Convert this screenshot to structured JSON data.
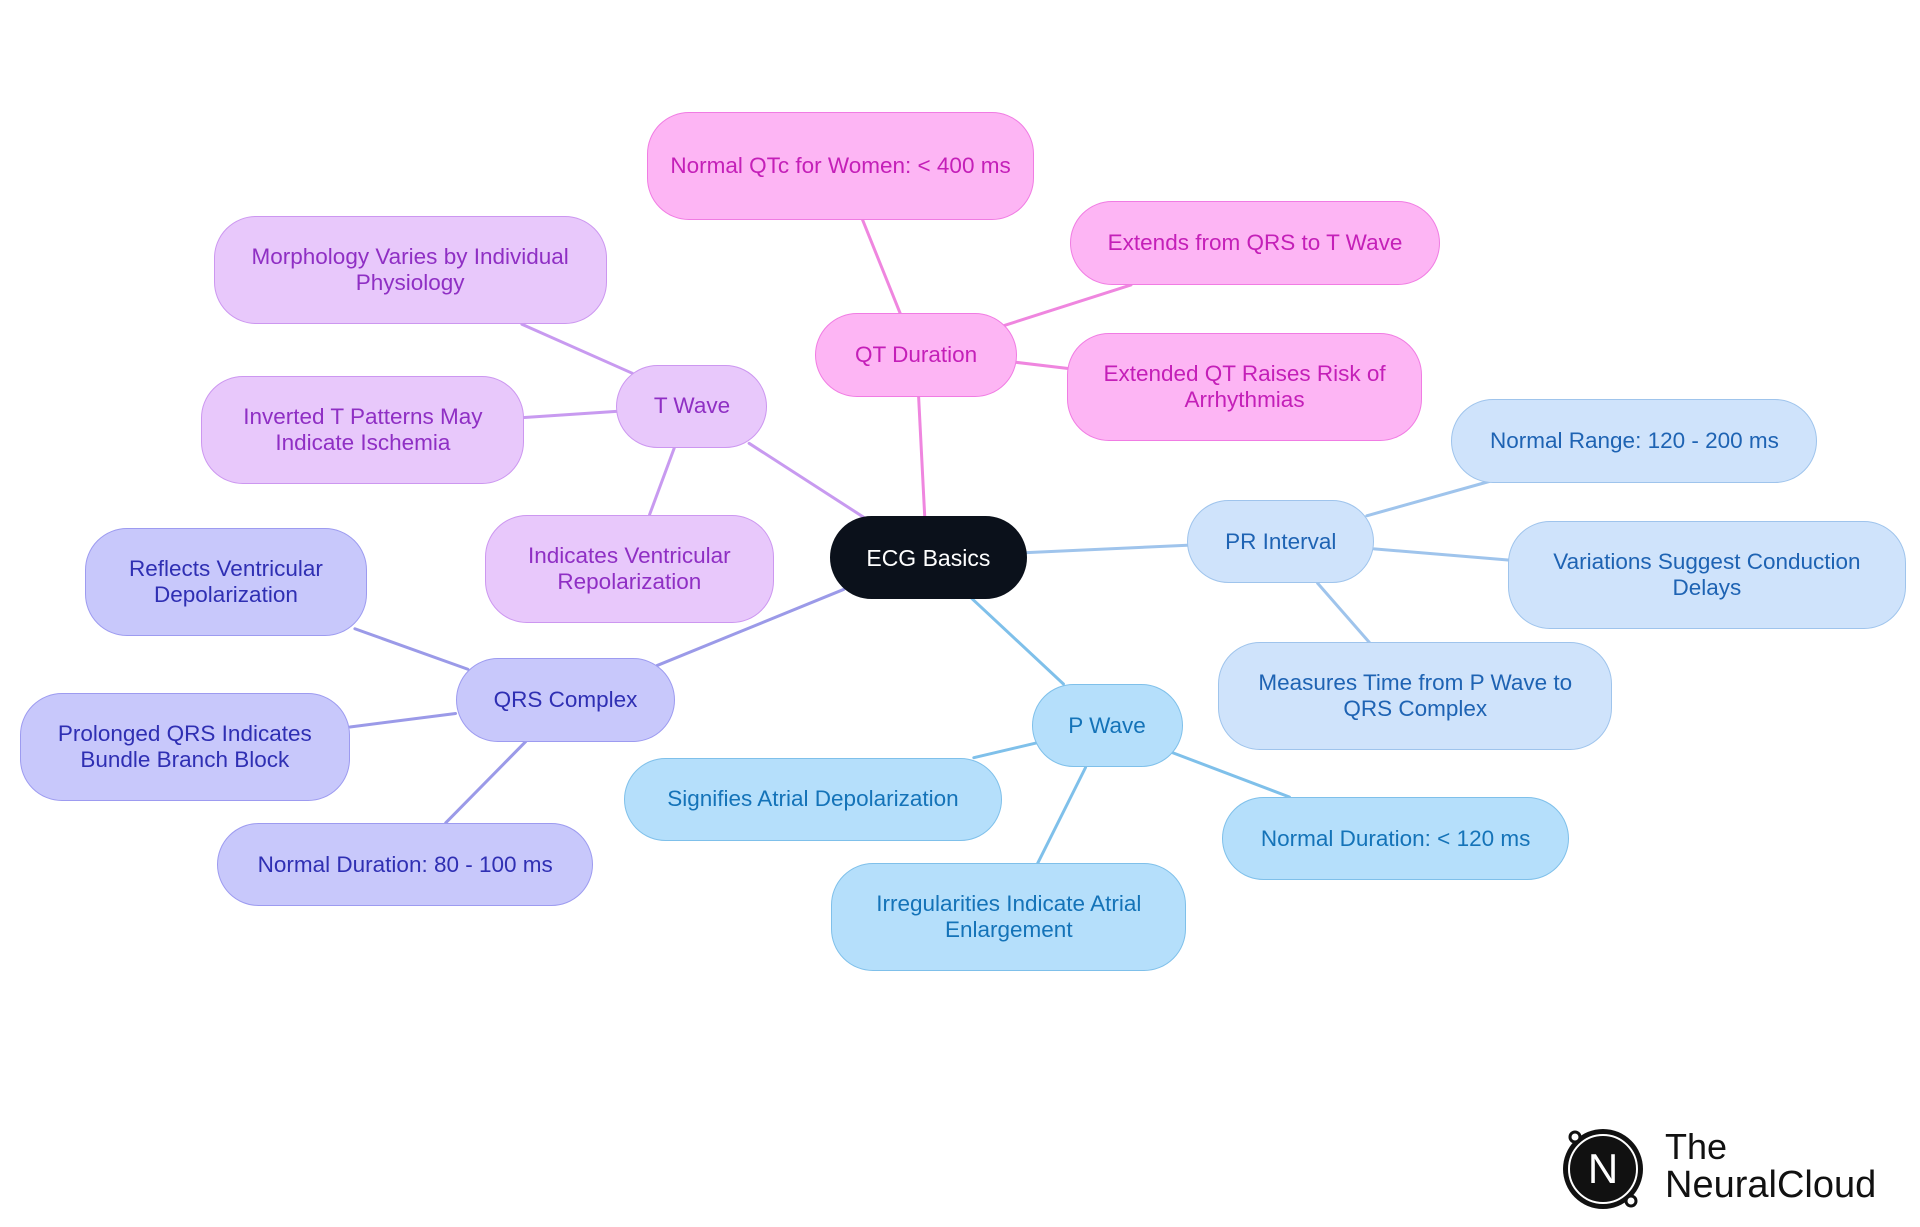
{
  "diagram": {
    "root": {
      "id": "root",
      "label": "ECG Basics",
      "color": "#0b111b",
      "text_color": "#ffffff"
    },
    "branches": [
      {
        "id": "qt",
        "label": "QT Duration",
        "colors": {
          "fill": "#fdb5f4",
          "border": "#f07ce3",
          "text": "#c41fb8",
          "edge": "#ef86df"
        },
        "children": [
          {
            "id": "qt1",
            "label": "Normal QTc for Women: < 400 ms"
          },
          {
            "id": "qt2",
            "label": "Extends from QRS to T Wave"
          },
          {
            "id": "qt3",
            "label": "Extended QT Raises Risk of Arrhythmias"
          }
        ]
      },
      {
        "id": "tw",
        "label": "T Wave",
        "colors": {
          "fill": "#e8c8fb",
          "border": "#cc97f0",
          "text": "#8f2fc4",
          "edge": "#c89af0"
        },
        "children": [
          {
            "id": "tw1",
            "label": "Morphology Varies by Individual Physiology"
          },
          {
            "id": "tw2",
            "label": "Inverted T Patterns May Indicate Ischemia"
          },
          {
            "id": "tw3",
            "label": "Indicates Ventricular Repolarization"
          }
        ]
      },
      {
        "id": "qrs",
        "label": "QRS Complex",
        "colors": {
          "fill": "#c8c8fb",
          "border": "#9d9bf0",
          "text": "#2f2fb3",
          "edge": "#9b9ae8"
        },
        "children": [
          {
            "id": "qrs1",
            "label": "Reflects Ventricular Depolarization"
          },
          {
            "id": "qrs2",
            "label": "Prolonged QRS Indicates Bundle Branch Block"
          },
          {
            "id": "qrs3",
            "label": "Normal Duration: 80 - 100 ms"
          }
        ]
      },
      {
        "id": "pw",
        "label": "P Wave",
        "colors": {
          "fill": "#b5dffb",
          "border": "#7fc0ea",
          "text": "#1473b8",
          "edge": "#7fc0ea"
        },
        "children": [
          {
            "id": "pw1",
            "label": "Signifies Atrial Depolarization"
          },
          {
            "id": "pw2",
            "label": "Irregularities Indicate Atrial Enlargement"
          },
          {
            "id": "pw3",
            "label": "Normal Duration: < 120 ms"
          }
        ]
      },
      {
        "id": "pr",
        "label": "PR Interval",
        "colors": {
          "fill": "#cfe3fb",
          "border": "#9fc4ec",
          "text": "#1e63b3",
          "edge": "#9fc4ec"
        },
        "children": [
          {
            "id": "pr1",
            "label": "Normal Range: 120 - 200 ms"
          },
          {
            "id": "pr2",
            "label": "Variations Suggest Conduction Delays"
          },
          {
            "id": "pr3",
            "label": "Measures Time from P Wave to QRS Complex"
          }
        ]
      }
    ]
  },
  "logo": {
    "line1": "The",
    "line2": "NeuralCloud",
    "glyph": "N",
    "mark": "neural-cloud-logo-icon"
  }
}
